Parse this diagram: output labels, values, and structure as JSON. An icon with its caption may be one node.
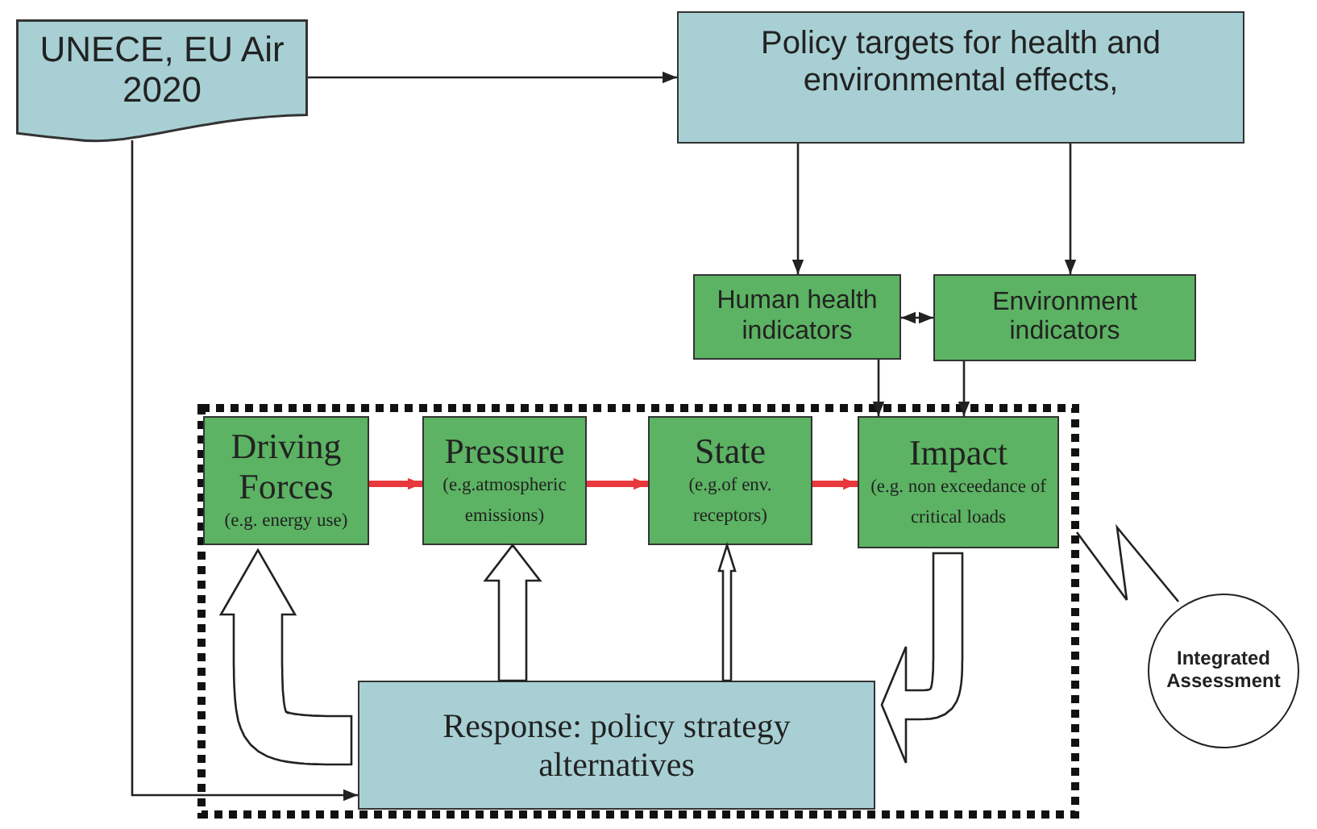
{
  "diagram": {
    "nodes": [
      {
        "text": [
          "UNECE, EU Air 2020"
        ]
      },
      {
        "text": [
          "Policy targets for health and environmental effects,"
        ]
      },
      {
        "text": [
          "Human health indicators"
        ]
      },
      {
        "text": [
          "Environment indicators"
        ]
      },
      {
        "text": [],
        "shape": "box"
      },
      {
        "text": [
          "Driving Forces",
          "(e.g. energy use)"
        ],
        "in": 4
      },
      {
        "text": [
          "Pressure",
          "(e.g.atmospheric emissions)"
        ],
        "in": 4
      },
      {
        "text": [
          "State",
          "(e.g.of env. receptors)"
        ],
        "in": 4
      },
      {
        "text": [
          "Impact",
          "(e.g. non exceedance of critical loads"
        ],
        "in": 4
      },
      {
        "text": [
          "Response: policy strategy alternatives"
        ],
        "in": 4
      },
      {
        "text": [
          "Integrated Assessment"
        ]
      }
    ],
    "edges": [
      {
        "from": 0,
        "to": 1,
        "arrow": "to"
      },
      {
        "from": 0,
        "to": 9,
        "arrow": "to"
      },
      {
        "from": 1,
        "to": 2,
        "arrow": "to"
      },
      {
        "from": 1,
        "to": 3,
        "arrow": "to"
      },
      {
        "from": 2,
        "to": 3,
        "arrow": "both"
      },
      {
        "from": 2,
        "to": 8,
        "arrow": "to"
      },
      {
        "from": 3,
        "to": 8,
        "arrow": "to"
      },
      {
        "from": 5,
        "to": 6,
        "arrow": "to",
        "style": "thick",
        "color": "#e8383d"
      },
      {
        "from": 6,
        "to": 7,
        "arrow": "to",
        "style": "thick",
        "color": "#e8383d"
      },
      {
        "from": 7,
        "to": 8,
        "arrow": "to",
        "style": "thick",
        "color": "#e8383d"
      },
      {
        "from": 9,
        "to": 5,
        "arrow": "to",
        "style": "thick"
      },
      {
        "from": 9,
        "to": 6,
        "arrow": "to",
        "style": "thick"
      },
      {
        "from": 9,
        "to": 7,
        "arrow": "to",
        "style": "thick"
      },
      {
        "from": 8,
        "to": 9,
        "arrow": "to",
        "style": "thick"
      },
      {
        "from": 10,
        "to": 4,
        "arrow": "none"
      }
    ]
  }
}
